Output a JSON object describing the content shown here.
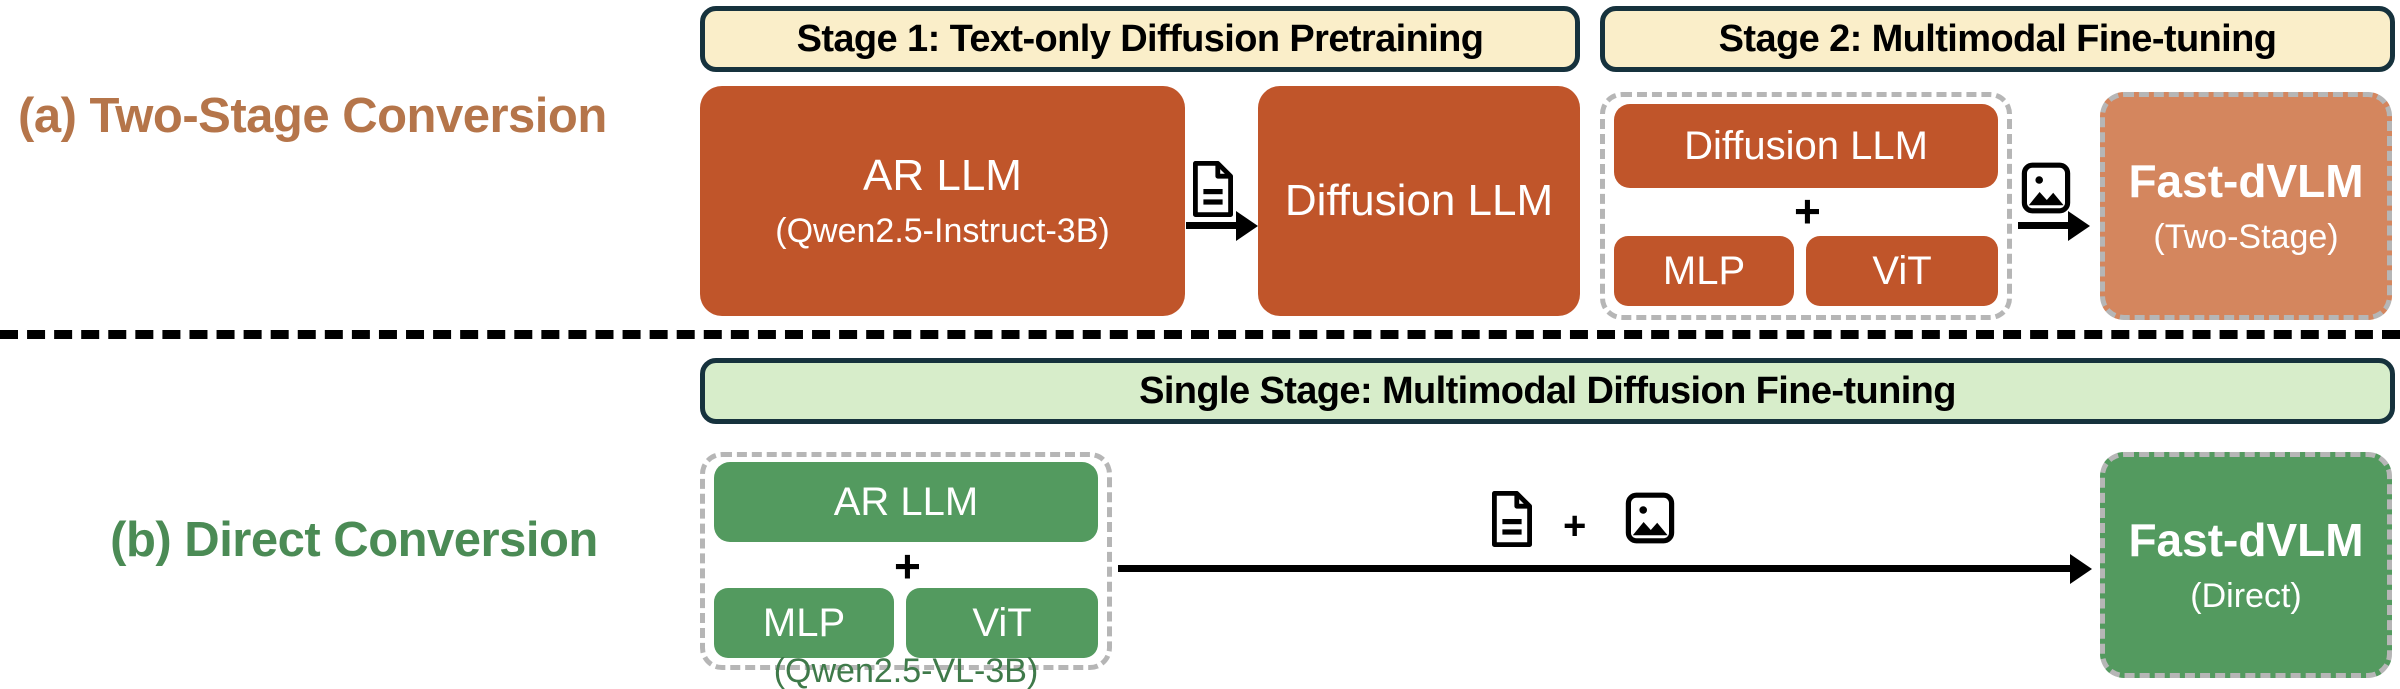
{
  "figure": {
    "rows": [
      {
        "id": "a",
        "label": "(a) Two-Stage Conversion",
        "label_color": "#b5754a",
        "stages": [
          {
            "id": "stage1",
            "title": "Stage 1: Text-only Diffusion Pretraining"
          },
          {
            "id": "stage2",
            "title": "Stage 2: Multimodal Fine-tuning"
          }
        ],
        "blocks": {
          "ar_llm": {
            "title": "AR LLM",
            "subtitle": "(Qwen2.5-Instruct-3B)"
          },
          "diffusion_llm_1": {
            "title": "Diffusion LLM"
          },
          "diffusion_llm_2": {
            "title": "Diffusion LLM"
          },
          "mlp": {
            "title": "MLP"
          },
          "vit": {
            "title": "ViT"
          },
          "plus": "+",
          "output": {
            "title": "Fast-dVLM",
            "subtitle": "(Two-Stage)"
          }
        },
        "icons": [
          {
            "name": "document-icon",
            "position": "between-ar-llm-and-diffusion-llm"
          },
          {
            "name": "image-icon",
            "position": "between-stage2-group-and-output"
          }
        ],
        "colors": {
          "box": "#c0552a",
          "box_light": "#d4865e",
          "header_bg": "#faeec9",
          "header_border": "#16323d",
          "group_border": "#b6b6b6"
        }
      },
      {
        "id": "b",
        "label": "(b) Direct Conversion",
        "label_color": "#4b8b55",
        "stages": [
          {
            "id": "single",
            "title": "Single Stage: Multimodal Diffusion Fine-tuning"
          }
        ],
        "blocks": {
          "ar_llm": {
            "title": "AR LLM"
          },
          "mlp": {
            "title": "MLP"
          },
          "vit": {
            "title": "ViT"
          },
          "plus": "+",
          "group_caption": "(Qwen2.5-VL-3B)",
          "output": {
            "title": "Fast-dVLM",
            "subtitle": "(Direct)"
          }
        },
        "icons": [
          {
            "name": "document-icon",
            "position": "above-arrow-left"
          },
          {
            "name": "image-icon",
            "position": "above-arrow-right"
          }
        ],
        "arrow_plus": "+",
        "colors": {
          "box": "#539a5f",
          "header_bg": "#d7edca",
          "header_border": "#16323d",
          "group_border": "#b6b6b6",
          "caption_color": "#3f7a4a"
        }
      }
    ],
    "divider": {
      "style": "dashed",
      "color": "#000000"
    }
  }
}
